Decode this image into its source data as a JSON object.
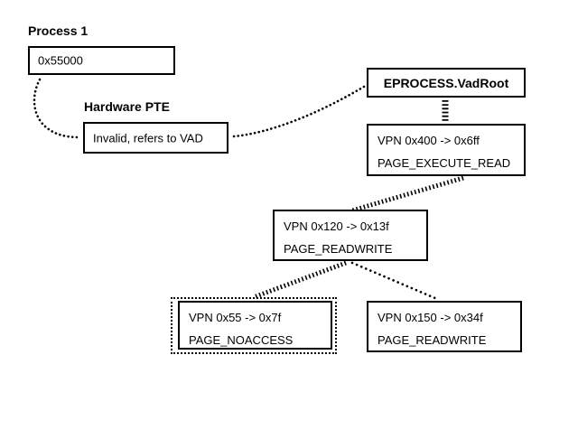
{
  "colors": {
    "background": "#ffffff",
    "line": "#000000",
    "text": "#000000"
  },
  "process": {
    "label": "Process 1",
    "value": "0x55000"
  },
  "hardware_pte": {
    "label": "Hardware PTE",
    "value": "Invalid, refers to VAD"
  },
  "vad_tree": {
    "root_label": "EPROCESS.VadRoot",
    "nodes": [
      {
        "id": "vpn400",
        "range": "VPN 0x400 -> 0x6ff",
        "protection": "PAGE_EXECUTE_READ",
        "highlighted": false
      },
      {
        "id": "vpn120",
        "range": "VPN 0x120 -> 0x13f",
        "protection": "PAGE_READWRITE",
        "highlighted": false
      },
      {
        "id": "vpn55",
        "range": "VPN 0x55 -> 0x7f",
        "protection": "PAGE_NOACCESS",
        "highlighted": true
      },
      {
        "id": "vpn150",
        "range": "VPN 0x150 -> 0x34f",
        "protection": "PAGE_READWRITE",
        "highlighted": false
      }
    ]
  },
  "connectors": [
    {
      "from": "process-box",
      "to": "hardware-pte-box",
      "style": "dotted-curve"
    },
    {
      "from": "hardware-pte-box",
      "to": "vadroot-box",
      "style": "dotted-curve"
    },
    {
      "from": "vadroot-box",
      "to": "vpn400",
      "style": "dense-dashed"
    },
    {
      "from": "vpn400",
      "to": "vpn120",
      "style": "dense-dashed"
    },
    {
      "from": "vpn120",
      "to": "vpn55",
      "style": "dense-dashed"
    },
    {
      "from": "vpn120",
      "to": "vpn150",
      "style": "dotted"
    }
  ]
}
